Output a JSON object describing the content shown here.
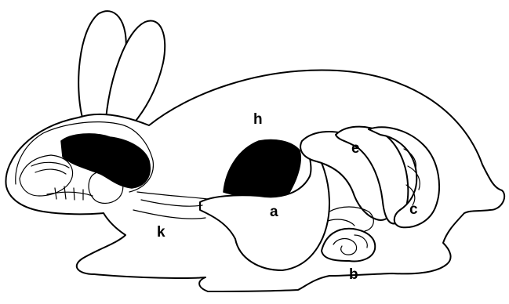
{
  "diagram": {
    "labels": {
      "h": "h",
      "e": "e",
      "a": "a",
      "c": "c",
      "k": "k",
      "b": "b"
    },
    "colors": {
      "ink": "#000000",
      "paper": "#ffffff"
    }
  }
}
